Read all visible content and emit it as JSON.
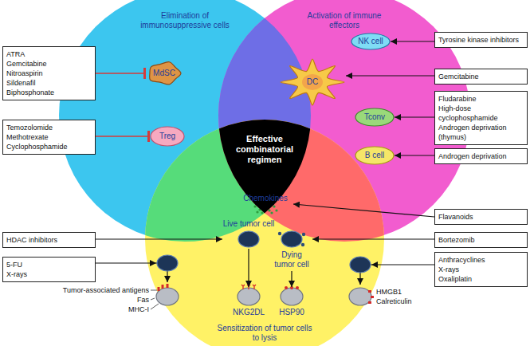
{
  "diagram": {
    "nodes": [
      {
        "text": [
          "Elimination of immunosuppressive cells"
        ]
      },
      {
        "text": [
          "Activation of immune effectors"
        ]
      },
      {
        "text": [
          "Sensitization of tumor cells to lysis"
        ]
      },
      {
        "text": [
          "Effective combinatorial regimen"
        ]
      },
      {
        "text": [
          "MdSC"
        ],
        "in": 0
      },
      {
        "text": [
          "Treg"
        ],
        "in": 0
      },
      {
        "text": [
          "NK cell"
        ],
        "in": 1
      },
      {
        "text": [
          "DC"
        ],
        "in": 1
      },
      {
        "text": [
          "Tconv"
        ],
        "in": 1
      },
      {
        "text": [
          "B cell"
        ],
        "in": 1
      },
      {
        "text": [
          "Chemokines"
        ],
        "in": 2
      },
      {
        "text": [
          "Live tumor cell"
        ],
        "in": 2
      },
      {
        "text": [
          "Dying tumor cell"
        ],
        "in": 2
      },
      {
        "text": [
          "Tumor-associated antigens",
          "Fas",
          "MHC-I"
        ]
      },
      {
        "text": [
          "NKG2DL"
        ],
        "in": 2
      },
      {
        "text": [
          "HSP90"
        ],
        "in": 2
      },
      {
        "text": [
          "HMGB1",
          "Calreticulin"
        ]
      },
      {
        "text": [
          "ATRA",
          "Gemcitabine",
          "Nitroaspirin",
          "Sildenafil",
          "Biphosphonate"
        ]
      },
      {
        "text": [
          "Temozolomide",
          "Methotrexate",
          "Cyclophosphamide"
        ]
      },
      {
        "text": [
          "HDAC inhibitors"
        ]
      },
      {
        "text": [
          "5-FU",
          "X-rays"
        ]
      },
      {
        "text": [
          "Tyrosine kinase inhibitors"
        ]
      },
      {
        "text": [
          "Gemcitabine"
        ]
      },
      {
        "text": [
          "Fludarabine",
          "High-dose cyclophosphamide",
          "Androgen deprivation (thymus)"
        ]
      },
      {
        "text": [
          "Androgen deprivation"
        ]
      },
      {
        "text": [
          "Flavanoids"
        ]
      },
      {
        "text": [
          "Bortezomib"
        ]
      },
      {
        "text": [
          "Anthracyclines",
          "X-rays",
          "Oxaliplatin"
        ]
      }
    ],
    "edges": [
      {
        "from": 17,
        "to": 4,
        "arrow": "to"
      },
      {
        "from": 18,
        "to": 5,
        "arrow": "to"
      },
      {
        "from": 21,
        "to": 6,
        "arrow": "to"
      },
      {
        "from": 22,
        "to": 7,
        "arrow": "to"
      },
      {
        "from": 23,
        "to": 8,
        "arrow": "to"
      },
      {
        "from": 24,
        "to": 9,
        "arrow": "to"
      },
      {
        "from": 25,
        "to": 10,
        "arrow": "to"
      },
      {
        "from": 19,
        "to": 11,
        "arrow": "to"
      },
      {
        "from": 26,
        "to": 12,
        "arrow": "to"
      },
      {
        "from": 20,
        "to": 13,
        "arrow": "to"
      },
      {
        "from": 27,
        "to": 16,
        "arrow": "to"
      },
      {
        "from": 11,
        "to": 14,
        "arrow": "to"
      },
      {
        "from": 12,
        "to": 15,
        "arrow": "to"
      }
    ]
  }
}
